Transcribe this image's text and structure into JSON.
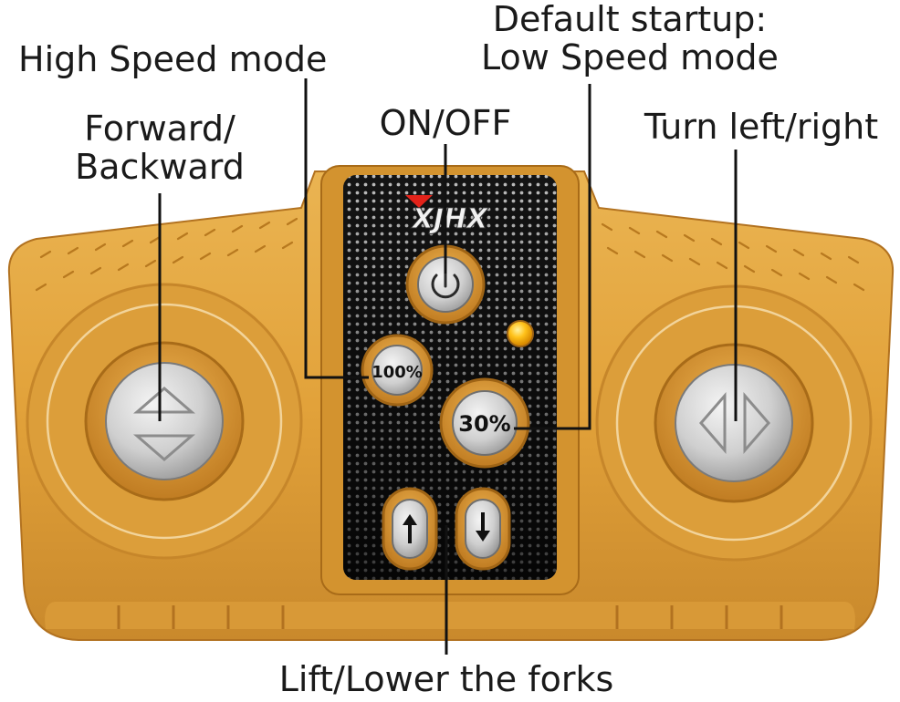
{
  "brand": {
    "logo_text": "XJHX"
  },
  "labels": {
    "high_speed": "High Speed mode",
    "default_startup_line1": "Default startup:",
    "default_startup_line2": "Low Speed mode",
    "forward_line1": "Forward/",
    "forward_line2": "Backward",
    "on_off": "ON/OFF",
    "turn": "Turn left/right",
    "lift_lower": "Lift/Lower the forks"
  },
  "buttons": {
    "high_speed_value": "100%",
    "low_speed_value": "30%"
  },
  "colors": {
    "body": "#e3a33a",
    "body_dark": "#c7852a",
    "panel": "#161616",
    "indicator": "#ffc21a",
    "logo_red": "#e2231a"
  }
}
